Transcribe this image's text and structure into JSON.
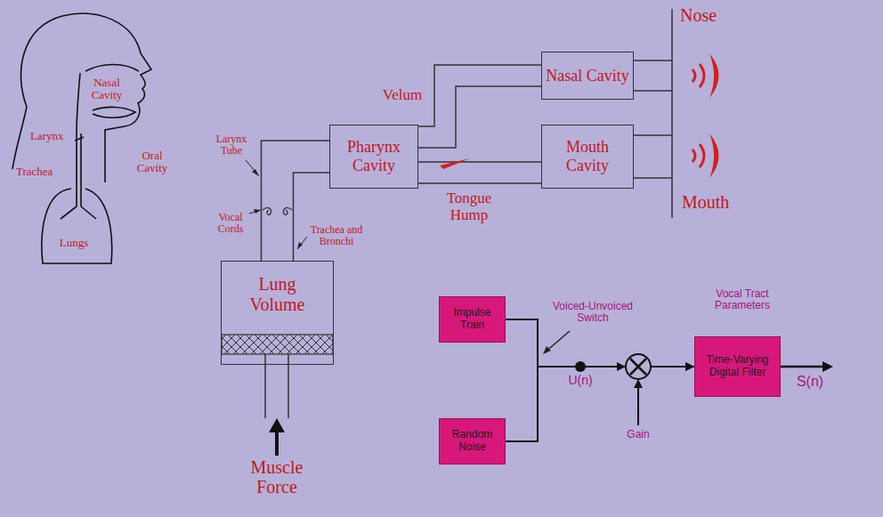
{
  "diagram": {
    "nodes": [
      {
        "text": [
          "Lung Volume"
        ]
      },
      {
        "text": [
          "Pharynx Cavity"
        ]
      },
      {
        "text": [
          "Nasal Cavity"
        ]
      },
      {
        "text": [
          "Mouth Cavity"
        ]
      },
      {
        "text": [
          "Impulse Train"
        ]
      },
      {
        "text": [
          "Random Noise"
        ]
      },
      {
        "text": [
          "Time-Varying Digital Filter"
        ]
      }
    ],
    "edges": [
      {
        "from": 0,
        "to": 1,
        "arrow": "none"
      },
      {
        "from": 1,
        "to": 2,
        "arrow": "none"
      },
      {
        "from": 1,
        "to": 3,
        "arrow": "none"
      },
      {
        "from": 4,
        "to": 6,
        "arrow": "to"
      },
      {
        "from": 5,
        "to": 6,
        "arrow": "to"
      }
    ],
    "labels": [
      "Nasal Cavity",
      "Larynx",
      "Oral Cavity",
      "Trachea",
      "Lungs",
      "Velum",
      "Larynx Tube",
      "Vocal Cords",
      "Trachea and Bronchi",
      "Tongue Hump",
      "Nose",
      "Mouth",
      "Muscle Force",
      "Voiced-Unvoiced Switch",
      "U(n)",
      "Gain",
      "Vocal Tract Parameters",
      "S(n)"
    ]
  }
}
